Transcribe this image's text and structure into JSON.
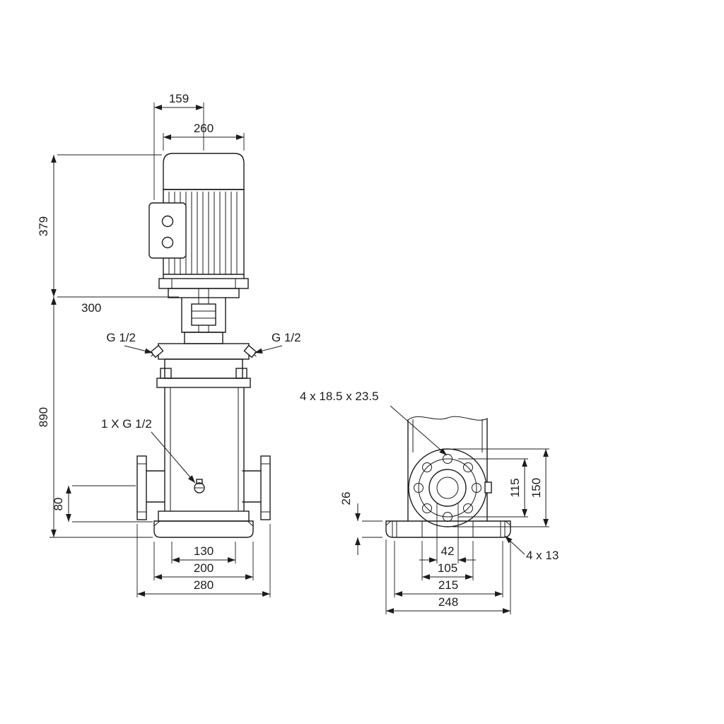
{
  "meta": {
    "title": "Vertical multistage pump dimensional drawing",
    "views": [
      "front-elevation",
      "side-base-flange"
    ]
  },
  "colors": {
    "line": "#1c1c1c",
    "background": "#ffffff"
  },
  "front": {
    "d159": "159",
    "d260": "260",
    "d379": "379",
    "d300": "300",
    "d890": "890",
    "d80": "80",
    "d130": "130",
    "d200": "200",
    "d280": "280",
    "g_left": "G 1/2",
    "g_right": "G 1/2",
    "drain": "1 X G 1/2"
  },
  "side": {
    "holes_flange": "4 x 18.5 x 23.5",
    "d26": "26",
    "d115": "115",
    "d150": "150",
    "d42": "42",
    "d105": "105",
    "d215": "215",
    "d248": "248",
    "holes_base": "4 x 13"
  }
}
